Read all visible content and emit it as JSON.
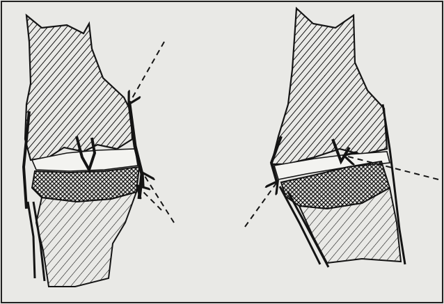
{
  "figure": {
    "panels": [
      {
        "icon": "knee-joint-front-view-sketch",
        "arrows": 3
      },
      {
        "icon": "knee-joint-side-view-sketch",
        "arrows": 2
      }
    ],
    "colors": {
      "paper": "#e9e9e6",
      "ink": "#141414",
      "bone-fill": "#f3f3f0"
    }
  }
}
